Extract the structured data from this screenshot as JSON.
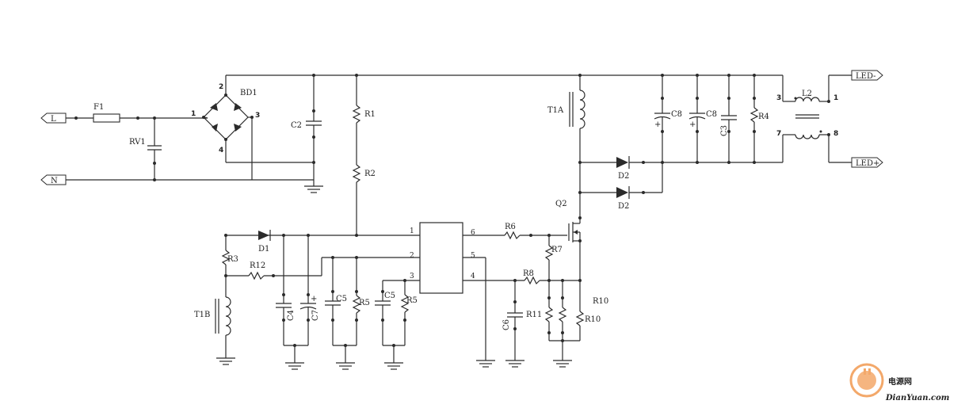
{
  "labels": {
    "F1": "F1",
    "RV1": "RV1",
    "BD1": "BD1",
    "C2": "C2",
    "R1": "R1",
    "R2": "R2",
    "T1A": "T1A",
    "C8a": "C8",
    "C8b": "C8",
    "C3": "C3",
    "R4": "R4",
    "L2": "L2",
    "D2a": "D2",
    "D2b": "D2",
    "Q2": "Q2",
    "R6": "R6",
    "R7": "R7",
    "R8": "R8",
    "R11": "R11",
    "R10a": "R10",
    "R10b": "R10",
    "C6": "C6",
    "D1": "D1",
    "R3": "R3",
    "R12": "R12",
    "T1B": "T1B",
    "C4": "C4",
    "C7": "C7",
    "C5a": "C5",
    "R5a": "R5",
    "C5b": "C5",
    "R5b": "R5"
  },
  "ports": {
    "L": "L",
    "N": "N",
    "LED_minus": "LED-",
    "LED_plus": "LED+"
  },
  "pins": {
    "bd_1": "1",
    "bd_2": "2",
    "bd_3": "3",
    "bd_4": "4",
    "ic_1": "1",
    "ic_2": "2",
    "ic_3": "3",
    "ic_4": "4",
    "ic_5": "5",
    "ic_6": "6",
    "l2_1": "1",
    "l2_3": "3",
    "l2_7": "7",
    "l2_8": "8"
  },
  "plus_sign": "+",
  "watermark": {
    "cn": "电源网",
    "en": "DianYuan.com",
    "color": "#f3a86a"
  }
}
